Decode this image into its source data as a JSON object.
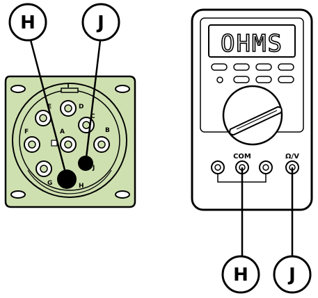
{
  "connector": {
    "color": "#cfe0b0",
    "key_label": "T",
    "pin_labels": {
      "A": "A",
      "B": "B",
      "C": "C",
      "D": "D",
      "E": "E",
      "F": "F",
      "G": "G",
      "H": "H",
      "J": "J"
    }
  },
  "callouts": {
    "top_left": "H",
    "top_right": "J",
    "bottom_left": "H",
    "bottom_right": "J"
  },
  "multimeter": {
    "display": "OHMS",
    "com_label": "COM",
    "volt_ohm_label": "Ω/V"
  }
}
